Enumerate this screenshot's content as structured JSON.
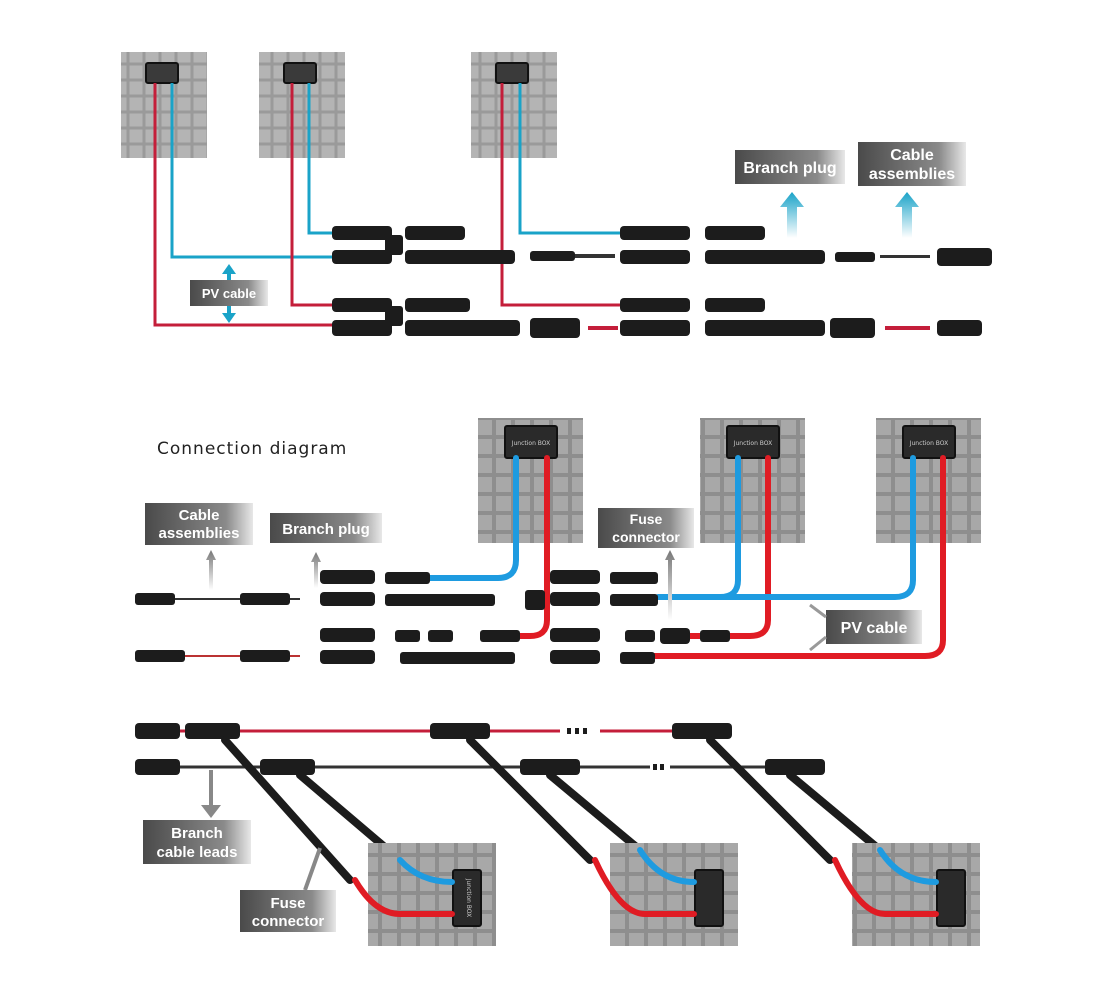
{
  "section1": {
    "branch_plug": "Branch plug",
    "cable_assemblies_1": "Cable",
    "cable_assemblies_2": "assemblies",
    "pv_cable": "PV cable"
  },
  "section2": {
    "title": "Connection diagram",
    "cable_assemblies_1": "Cable",
    "cable_assemblies_2": "assemblies",
    "branch_plug": "Branch plug",
    "fuse_connector_1": "Fuse",
    "fuse_connector_2": "connector",
    "pv_cable": "PV cable",
    "junction_box_1": "Junction BOX",
    "junction_box_2": "Junction BOX",
    "junction_box_3": "Junction BOX"
  },
  "section3": {
    "branch_cable_leads_1": "Branch",
    "branch_cable_leads_2": "cable leads",
    "fuse_connector_1": "Fuse",
    "fuse_connector_2": "connector",
    "junction_box": "Junction BOX"
  },
  "colors": {
    "positive": "#c41e3a",
    "negative": "#1aa3c8",
    "positive_bright": "#e01c24",
    "negative_bright": "#1e9be0",
    "panel": "#9c9c9c",
    "connector": "#1c1c1c",
    "label_bg": "#6e6e6e"
  }
}
